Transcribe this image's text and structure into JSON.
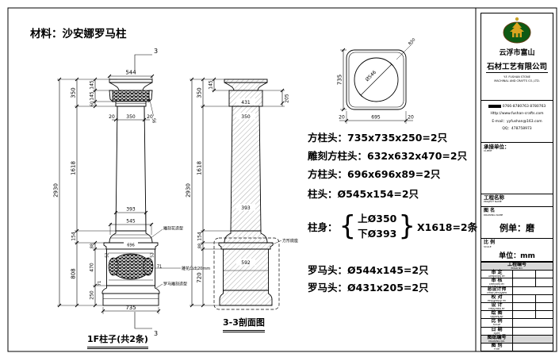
{
  "captions": {
    "material_title": "材料：沙安娜罗马柱",
    "elevation": "1F柱子(共2条)",
    "section": "3-3剖面图",
    "mark_top": "3",
    "mark_bottom": "3"
  },
  "specs": {
    "lines": [
      {
        "label": "方柱头：",
        "value": "735x735x250=2只"
      },
      {
        "label": "雕刻方柱头：",
        "value": "632x632x470=2只"
      },
      {
        "label": "方柱头：",
        "value": "696x696x89=2只"
      },
      {
        "label": "柱头：",
        "value": "Ø545x154=2只"
      }
    ],
    "shaft": {
      "label": "柱身：",
      "top": "上Ø350",
      "bottom": "下Ø393",
      "result": "X1618=2条"
    },
    "lines2": [
      {
        "label": "罗马头：",
        "value": "Ø544x145=2只"
      },
      {
        "label": "罗马头：",
        "value": "Ø431x205=2只"
      }
    ]
  },
  "dims": {
    "left": {
      "total": "2930",
      "h350": "350",
      "h1618": "1618",
      "h154": "154",
      "h808": "808",
      "h145a": "145",
      "h145b": "145",
      "h60": "60",
      "h88": "88",
      "h470": "470",
      "h250": "250",
      "w544": "544",
      "w20a": "20",
      "w350": "350",
      "w20b": "20",
      "h95": "95",
      "w393": "393",
      "w545": "545",
      "w696": "696",
      "w52a": "52",
      "w52b": "52",
      "w71a": "71",
      "w71b": "71",
      "w735": "735"
    },
    "section": {
      "total": "2930",
      "h145": "145",
      "h350": "350",
      "h1618": "1618",
      "h154": "154",
      "h88": "88",
      "h720": "720",
      "h205": "205",
      "w431": "431",
      "w350": "350",
      "w393": "393",
      "w592": "592"
    },
    "detail": {
      "dia": "Ø546",
      "radius": "R50",
      "h735": "735",
      "w20a": "20",
      "w695": "695",
      "w20b": "20"
    }
  },
  "annotations": {
    "a1": "雕刻花造型",
    "a2": "雕花凸出20mm",
    "a3": "罗马雕刻造型",
    "base_leader": "方形底座"
  },
  "titleblock": {
    "company_cn1": "云浮市富山",
    "company_cn2": "石材工艺有限公司",
    "company_en1": "Y.F. FUSHAN STONE",
    "company_en2": "MACHINAL AND CRAFTS CO.,LTD.",
    "contact1": "0766-8780763  8780763",
    "contact2": "Http://www.fushan-crafts.com",
    "contact3": "E-mail：yyfushan@163.com",
    "contact4": "QQ：478758973",
    "client_label": "承接单位：",
    "client_sub": "CLIENT",
    "project_label": "工程名称",
    "project_sub": "PROJECT NAME",
    "dwgname_label": "图 名",
    "dwgname_sub": "DRAWING NAME",
    "dwgname_value": "例单：磨",
    "scale_label": "比 例",
    "scale_sub": "SCALE",
    "scale_value": "单位：mm",
    "rows": [
      {
        "cn": "工程编号",
        "en": "ENGR NO."
      },
      {
        "cn": "审 定",
        "en": "APPROVED BY"
      },
      {
        "cn": "审 核",
        "en": "CHECKED BY"
      },
      {
        "cn": "总设计师",
        "en": "CHIEF DESIGNER"
      },
      {
        "cn": "校 对",
        "en": "PROOFREAD BY"
      },
      {
        "cn": "设 计",
        "en": "DESIGNED BY"
      },
      {
        "cn": "绘 图",
        "en": "DRAWN BY"
      },
      {
        "cn": "比 例",
        "en": "SCALE"
      },
      {
        "cn": "日 期",
        "en": "DATE"
      },
      {
        "cn": "图纸编号",
        "en": "DRAWING NO."
      },
      {
        "cn": "图 别",
        "en": "TYPE"
      }
    ]
  }
}
